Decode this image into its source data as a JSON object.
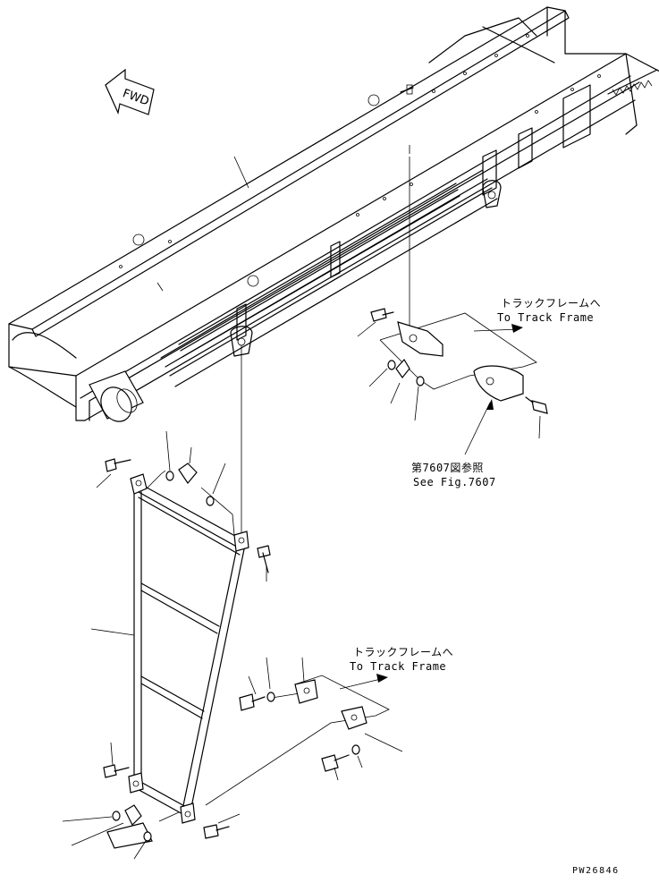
{
  "diagram": {
    "fwd_label": "FWD",
    "callout_upper": {
      "jp": "トラックフレームへ",
      "en": "To Track Frame"
    },
    "callout_lower": {
      "jp": "トラックフレームへ",
      "en": "To Track Frame"
    },
    "see_fig": {
      "jp": "第7607図参照",
      "en": "See Fig.7607"
    },
    "drawing_code": "PW26846"
  }
}
